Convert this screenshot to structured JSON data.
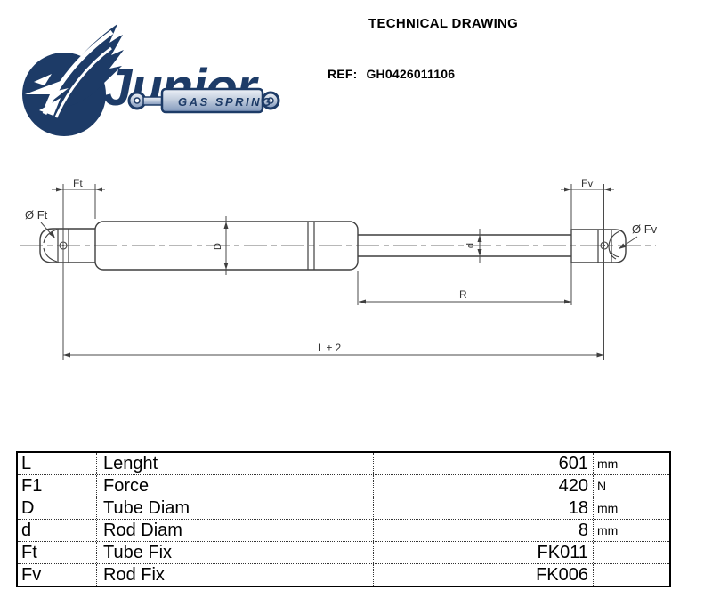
{
  "header": {
    "title": "TECHNICAL DRAWING",
    "ref_label": "REF:",
    "ref_value": "GH0426011106"
  },
  "logo": {
    "brand": "Junior",
    "tagline": "GAS SPRING",
    "navy": "#1d3b67"
  },
  "diagram": {
    "labels": {
      "ft_dim": "Ft",
      "fv_dim": "Fv",
      "ft_dia": "Ø Ft",
      "fv_dia": "Ø Fv",
      "tube_dia": "D",
      "rod_dia": "d",
      "stroke_dim": "R",
      "length_dim": "L ± 2"
    },
    "line_color": "#3f3f3f",
    "centerline_color": "#8e8e8e"
  },
  "table": {
    "rows": [
      {
        "symbol": "L",
        "name": "Lenght",
        "value": "601",
        "unit": "mm"
      },
      {
        "symbol": "F1",
        "name": "Force",
        "value": "420",
        "unit": "N"
      },
      {
        "symbol": "D",
        "name": "Tube Diam",
        "value": "18",
        "unit": "mm"
      },
      {
        "symbol": "d",
        "name": "Rod Diam",
        "value": "8",
        "unit": "mm"
      },
      {
        "symbol": "Ft",
        "name": "Tube Fix",
        "value": "FK011",
        "unit": ""
      },
      {
        "symbol": "Fv",
        "name": "Rod Fix",
        "value": "FK006",
        "unit": ""
      }
    ]
  }
}
